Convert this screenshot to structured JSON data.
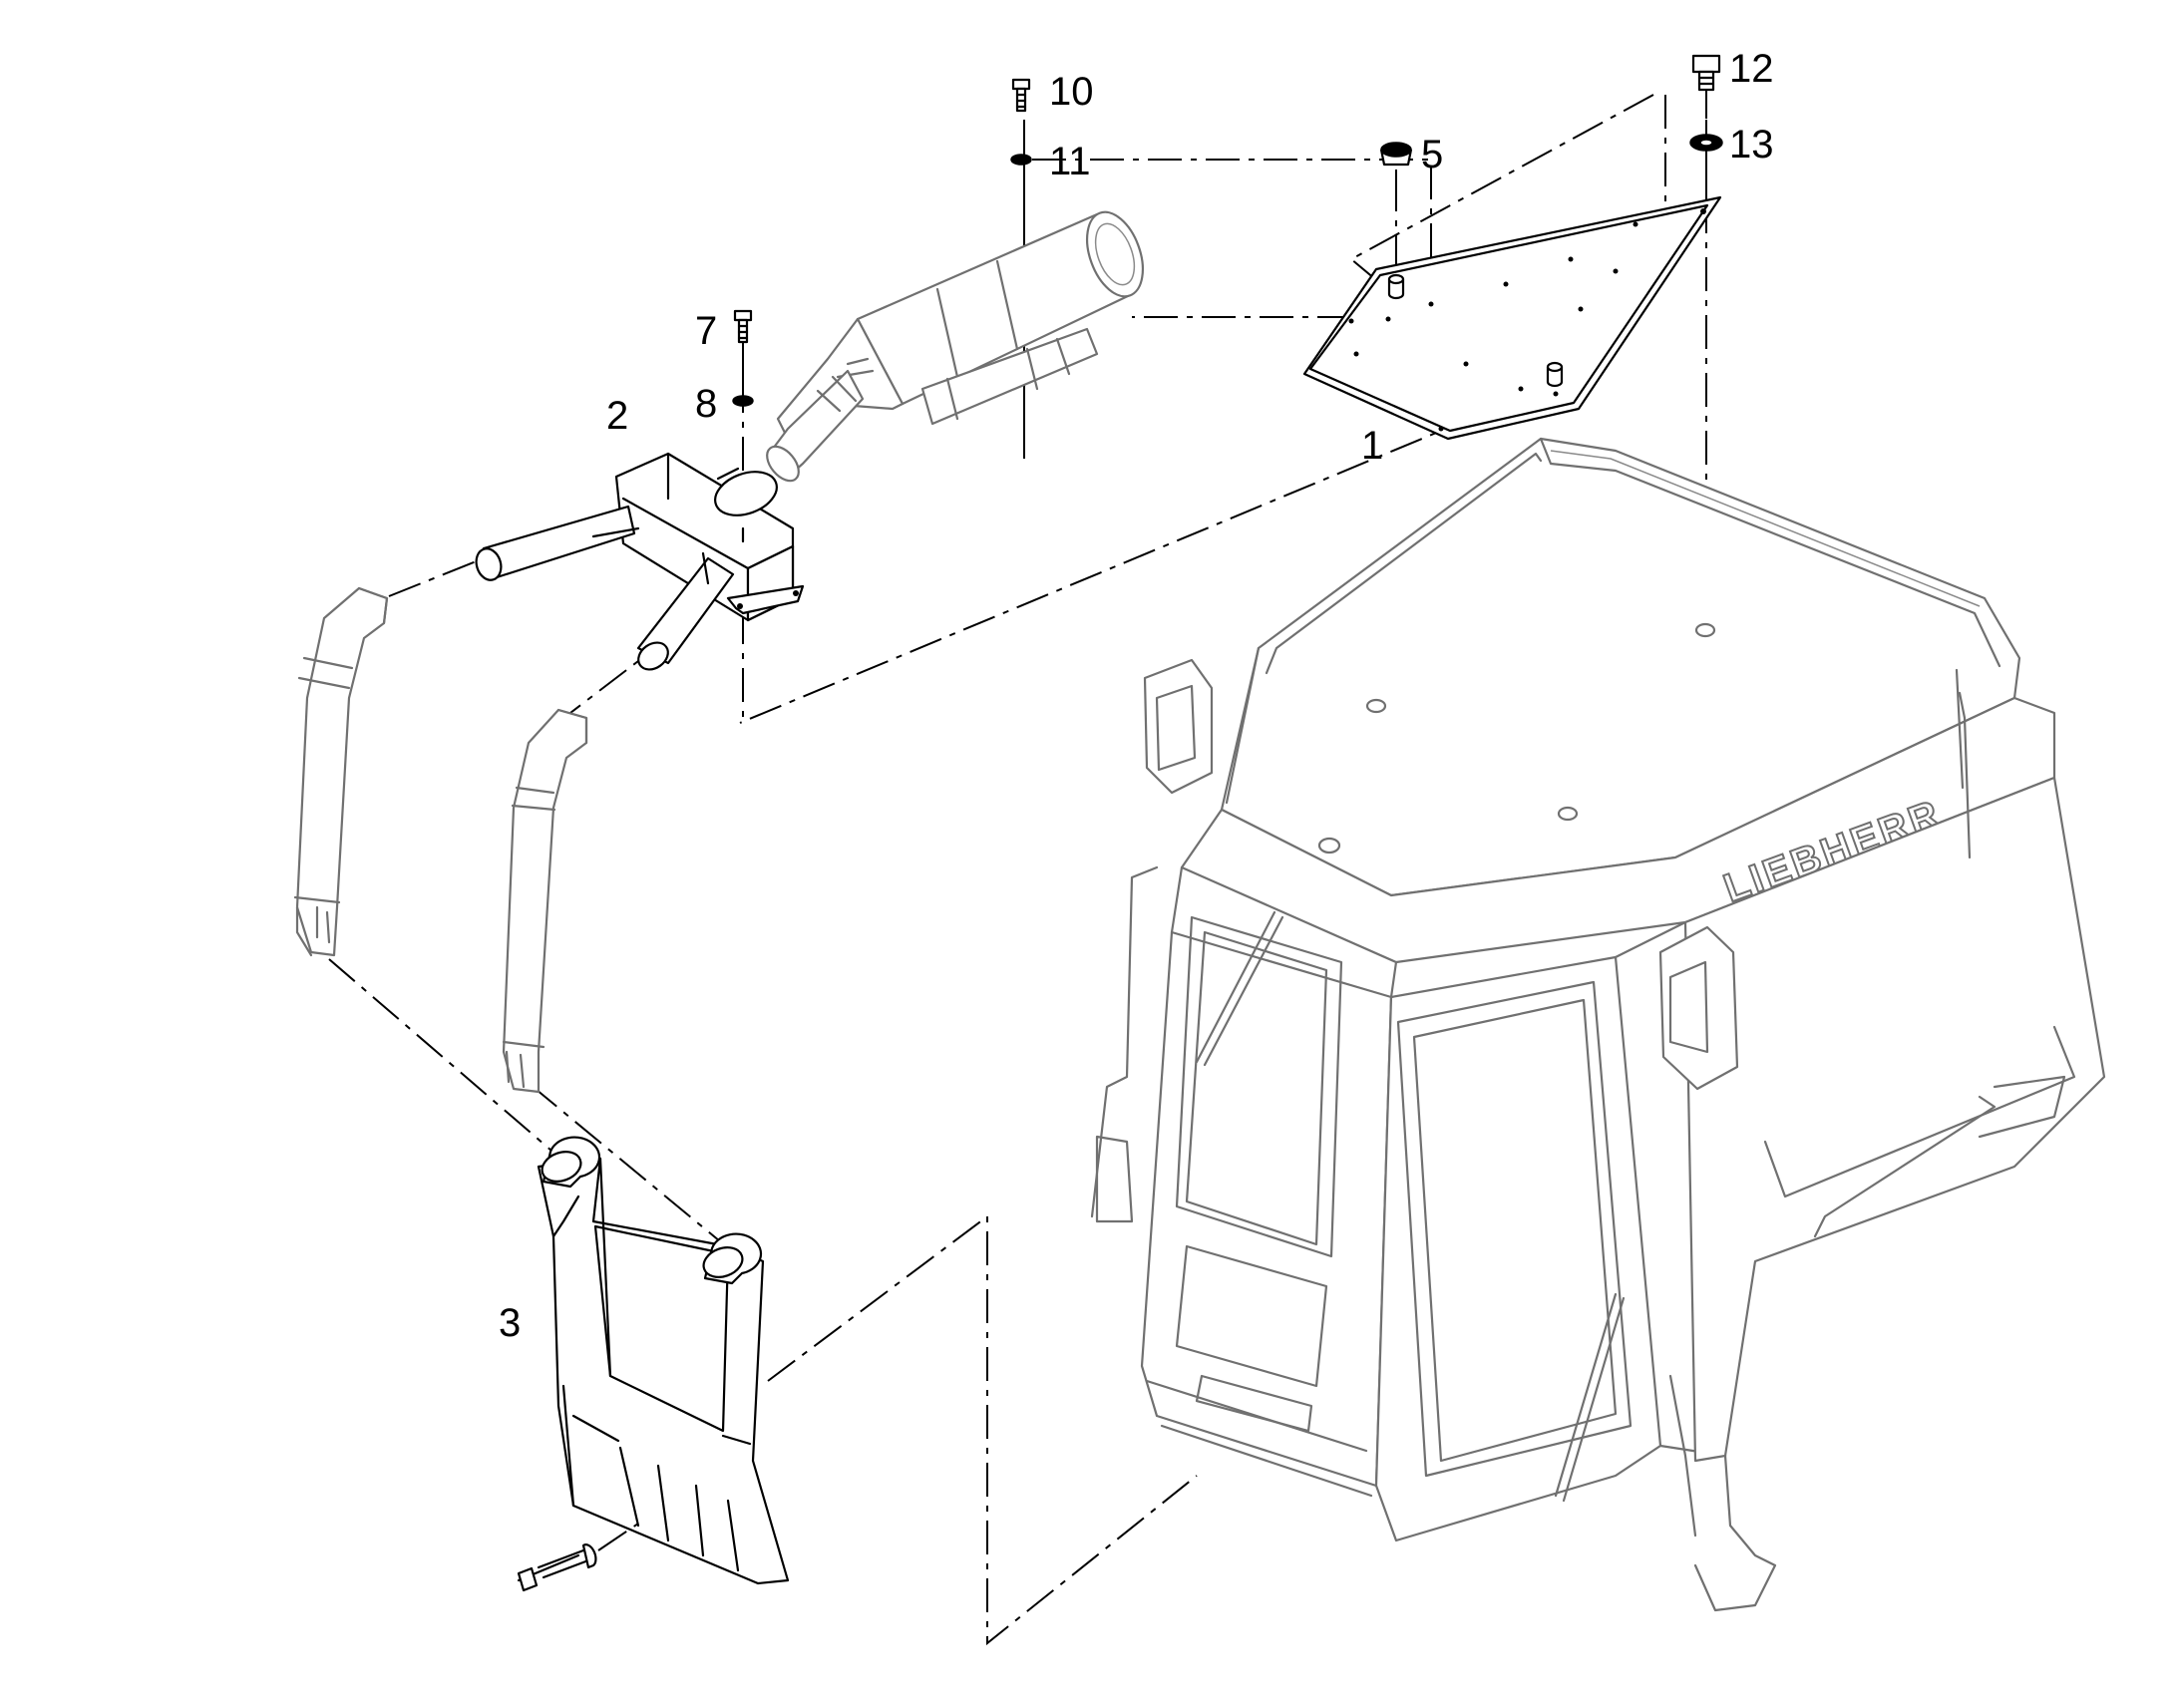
{
  "diagram": {
    "brand_text": "LIEBHERR",
    "callouts": [
      {
        "id": "1",
        "label": "1"
      },
      {
        "id": "2",
        "label": "2"
      },
      {
        "id": "3",
        "label": "3"
      },
      {
        "id": "5",
        "label": "5"
      },
      {
        "id": "7",
        "label": "7"
      },
      {
        "id": "8",
        "label": "8"
      },
      {
        "id": "10",
        "label": "10"
      },
      {
        "id": "11",
        "label": "11"
      },
      {
        "id": "12",
        "label": "12"
      },
      {
        "id": "13",
        "label": "13"
      }
    ]
  }
}
